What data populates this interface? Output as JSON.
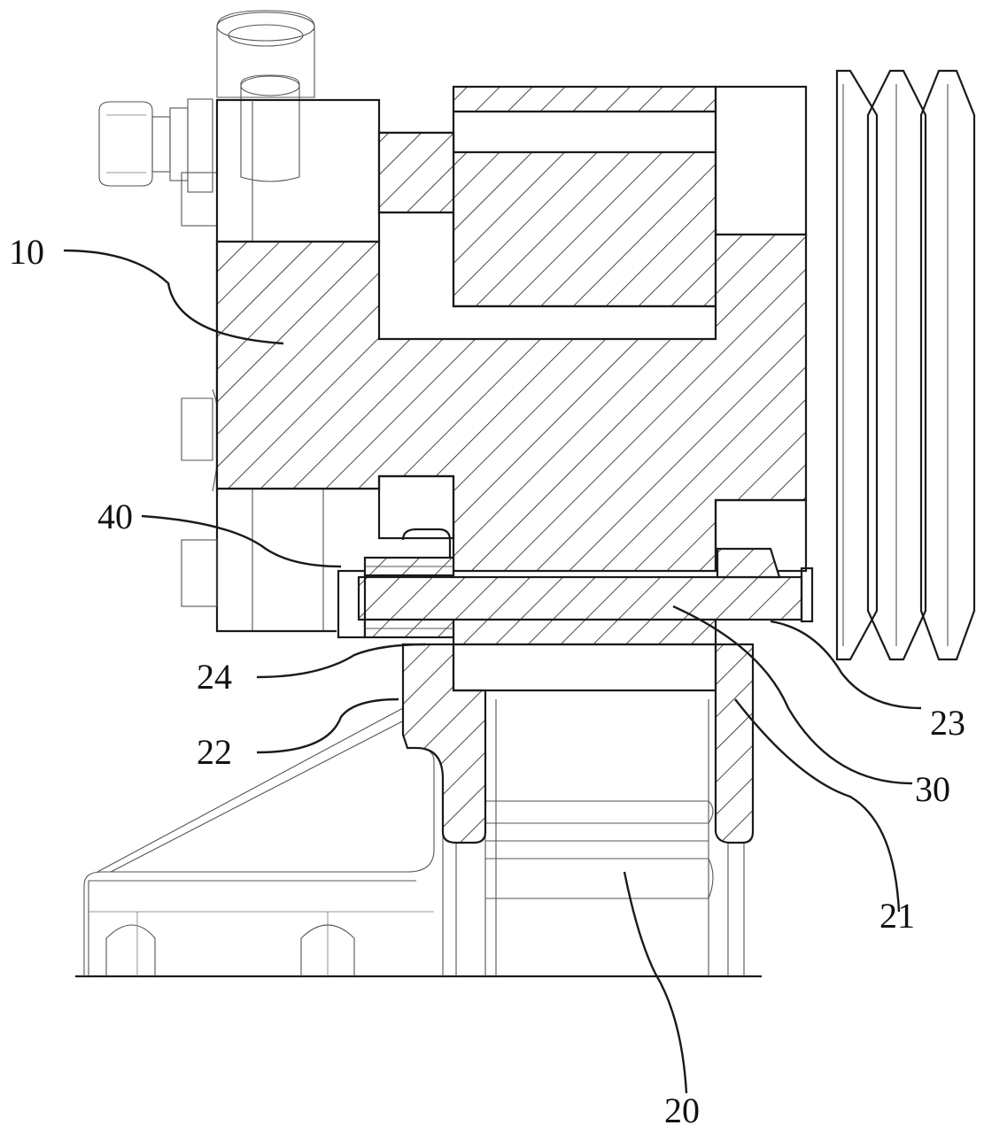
{
  "labels": [
    {
      "id": "10",
      "text": "10"
    },
    {
      "id": "40",
      "text": "40"
    },
    {
      "id": "24",
      "text": "24"
    },
    {
      "id": "22",
      "text": "22"
    },
    {
      "id": "23",
      "text": "23"
    },
    {
      "id": "30",
      "text": "30"
    },
    {
      "id": "21",
      "text": "21"
    },
    {
      "id": "20",
      "text": "20"
    }
  ]
}
